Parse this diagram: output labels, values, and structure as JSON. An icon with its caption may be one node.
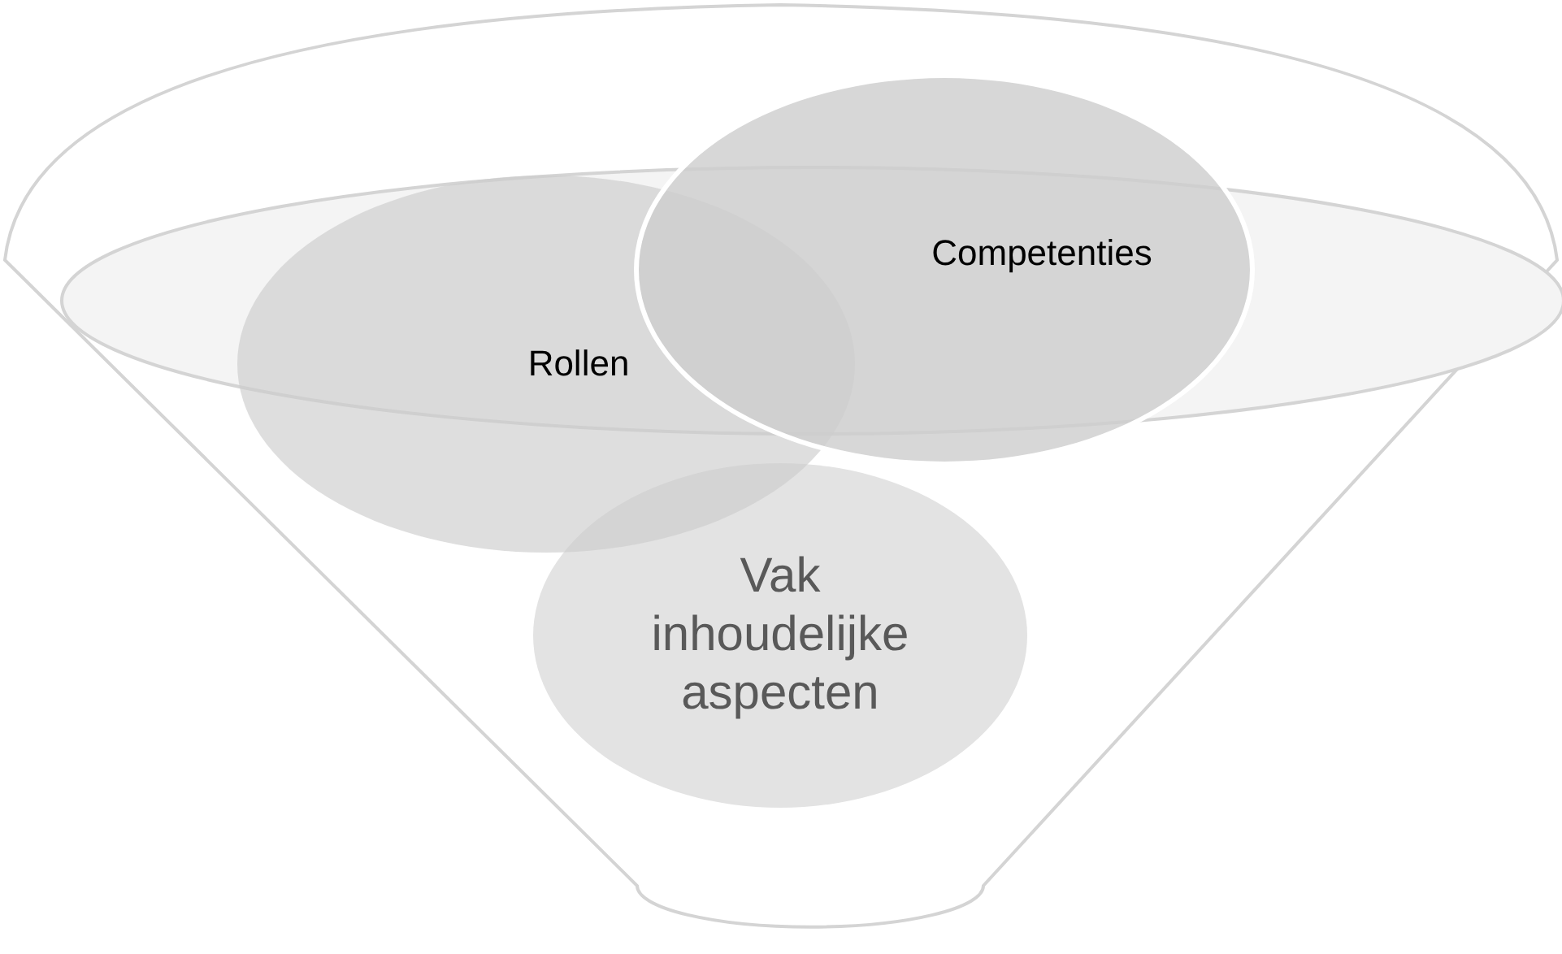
{
  "diagram": {
    "nodes": [
      {
        "text": [
          "Rollen"
        ]
      },
      {
        "text": [
          "Competenties"
        ]
      },
      {
        "text": [
          "Vak inhoudelijke aspecten"
        ]
      }
    ]
  }
}
